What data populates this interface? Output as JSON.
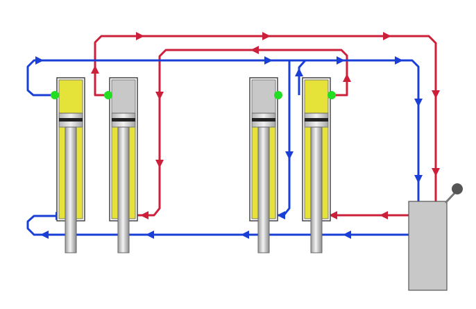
{
  "colors": {
    "background": "#ffffff",
    "pressure_line": "#cc1f3a",
    "return_line": "#1a3fd6",
    "oil": "#e5e23a",
    "empty_chamber": "#c8c8c8",
    "barrel_outline": "#444444",
    "rod_light": "#f2f2f2",
    "rod_dark": "#9a9a9a",
    "piston_band": "#222222",
    "port_indicator": "#22dd22",
    "valve_body": "#c8c8c8",
    "lever_knob": "#555555"
  },
  "cylinders": [
    {
      "name": "cylinder-1",
      "cap_chamber": "oil",
      "rod_chamber": "oil"
    },
    {
      "name": "cylinder-2",
      "cap_chamber": "empty",
      "rod_chamber": "oil"
    },
    {
      "name": "cylinder-3",
      "cap_chamber": "empty",
      "rod_chamber": "oil"
    },
    {
      "name": "cylinder-4",
      "cap_chamber": "oil",
      "rod_chamber": "oil"
    }
  ],
  "icons": {
    "valve": "control-valve-icon",
    "lever": "valve-lever-icon",
    "port": "port-indicator-icon",
    "arrow": "flow-arrow-icon"
  }
}
